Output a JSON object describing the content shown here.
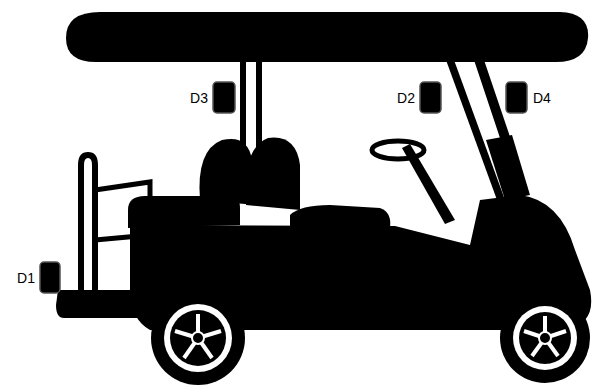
{
  "diagram": {
    "labels": [
      "D3",
      "D2",
      "D4",
      "D1"
    ]
  }
}
